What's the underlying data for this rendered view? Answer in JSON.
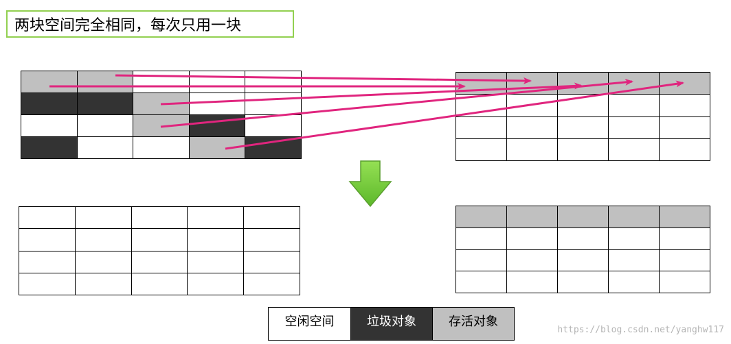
{
  "title": "两块空间完全相同，每次只用一块",
  "colors": {
    "free": "#ffffff",
    "garbage": "#333333",
    "alive": "#c0c0c0",
    "arrow": "#e0257e",
    "down_arrow": "#7dd13b",
    "title_border": "#92d050"
  },
  "grids": {
    "top_left": [
      [
        "alive",
        "alive",
        "free",
        "free",
        "free"
      ],
      [
        "garbage",
        "garbage",
        "alive",
        "free",
        "free"
      ],
      [
        "free",
        "free",
        "alive",
        "garbage",
        "free"
      ],
      [
        "garbage",
        "free",
        "free",
        "alive",
        "garbage"
      ]
    ],
    "top_right": [
      [
        "alive",
        "alive",
        "alive",
        "alive",
        "alive"
      ],
      [
        "free",
        "free",
        "free",
        "free",
        "free"
      ],
      [
        "free",
        "free",
        "free",
        "free",
        "free"
      ],
      [
        "free",
        "free",
        "free",
        "free",
        "free"
      ]
    ],
    "bottom_left": [
      [
        "free",
        "free",
        "free",
        "free",
        "free"
      ],
      [
        "free",
        "free",
        "free",
        "free",
        "free"
      ],
      [
        "free",
        "free",
        "free",
        "free",
        "free"
      ],
      [
        "free",
        "free",
        "free",
        "free",
        "free"
      ]
    ],
    "bottom_right": [
      [
        "alive",
        "alive",
        "alive",
        "alive",
        "alive"
      ],
      [
        "free",
        "free",
        "free",
        "free",
        "free"
      ],
      [
        "free",
        "free",
        "free",
        "free",
        "free"
      ],
      [
        "free",
        "free",
        "free",
        "free",
        "free"
      ]
    ]
  },
  "copy_arrows": [
    {
      "from": "top_left[0][0]",
      "to": "top_right[0][0]"
    },
    {
      "from": "top_left[0][1]",
      "to": "top_right[0][1]"
    },
    {
      "from": "top_left[1][2]",
      "to": "top_right[0][2]"
    },
    {
      "from": "top_left[2][2]",
      "to": "top_right[0][3]"
    },
    {
      "from": "top_left[3][3]",
      "to": "top_right[0][4]"
    }
  ],
  "legend": [
    {
      "label": "空闲空间",
      "type": "free"
    },
    {
      "label": "垃圾对象",
      "type": "garbage"
    },
    {
      "label": "存活对象",
      "type": "alive"
    }
  ],
  "watermark": "https://blog.csdn.net/yanghw117"
}
